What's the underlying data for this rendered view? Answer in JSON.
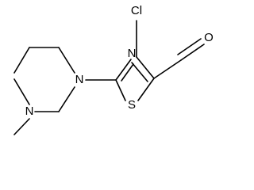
{
  "molecule": {
    "atoms": {
      "chlorine": "Cl",
      "oxygen": "O",
      "thiazole_nitrogen": "N",
      "thiazole_sulfur": "S",
      "piperazine_nitrogen_upper": "N",
      "piperazine_nitrogen_lower": "N"
    }
  }
}
